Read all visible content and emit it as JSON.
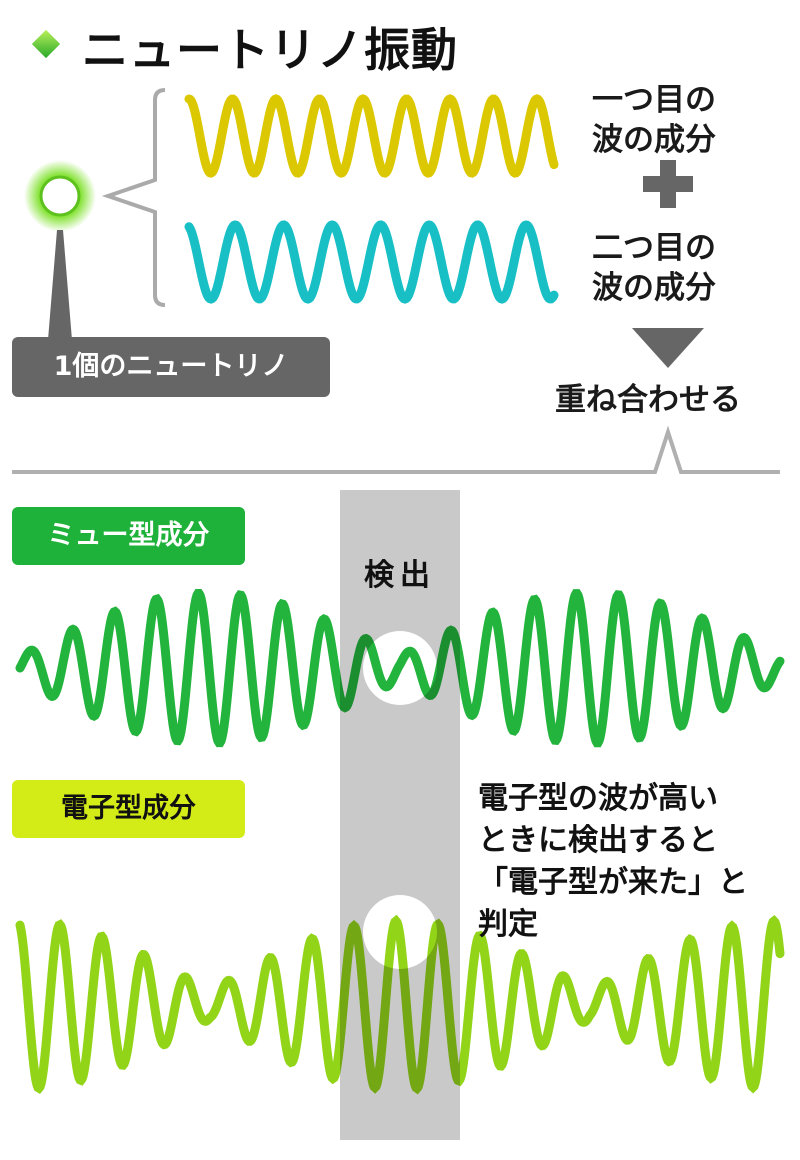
{
  "title": "ニュートリノ振動",
  "neutrino_label": "1個のニュートリノ",
  "component1": [
    "一つ目の",
    "波の成分"
  ],
  "component2": [
    "二つ目の",
    "波の成分"
  ],
  "superpose_label": "重ね合わせる",
  "mu_label": "ミュー型成分",
  "electron_label": "電子型成分",
  "detect_label": "検出",
  "note": [
    "電子型の波が高い",
    "ときに検出すると",
    "「電子型が来た」と",
    "判定"
  ],
  "colors": {
    "wave1": "#dcc800",
    "wave2": "#18c0c6",
    "mu": "#22b43c",
    "electron": "#92d418",
    "band": "#c9c9c9",
    "gray": "#666666"
  }
}
